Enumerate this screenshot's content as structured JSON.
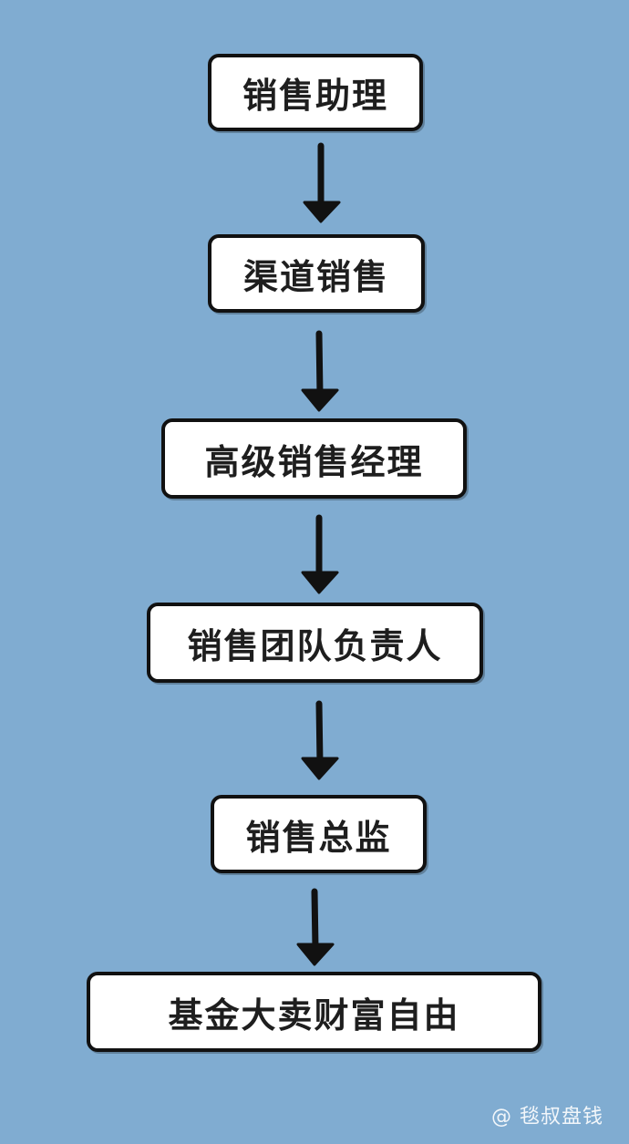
{
  "steps": [
    {
      "label": "销售助理"
    },
    {
      "label": "渠道销售"
    },
    {
      "label": "高级销售经理"
    },
    {
      "label": "销售团队负责人"
    },
    {
      "label": "销售总监"
    },
    {
      "label": "基金大卖财富自由"
    }
  ],
  "watermark": "@ 毯叔盘钱",
  "colors": {
    "background": "#80acd1",
    "box_fill": "#ffffff",
    "box_border": "#111111",
    "arrow": "#111111",
    "text": "#1e1e1e",
    "watermark": "#ffffff"
  }
}
